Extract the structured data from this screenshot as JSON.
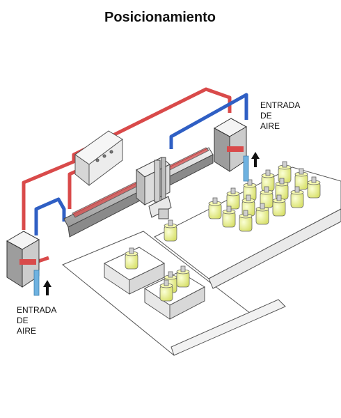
{
  "title": "Posicionamiento",
  "labels": {
    "right_inlet": [
      "ENTRADA",
      "DE",
      "AIRE"
    ],
    "left_inlet": [
      "ENTRADA",
      "DE",
      "AIRE"
    ]
  },
  "colors": {
    "pressure_line": "#d94a4a",
    "exhaust_line": "#2f5fc4",
    "inlet_pipe": "#6fb2e0",
    "cylinder": "#f0f58a",
    "unit": "#e8e8e8"
  }
}
